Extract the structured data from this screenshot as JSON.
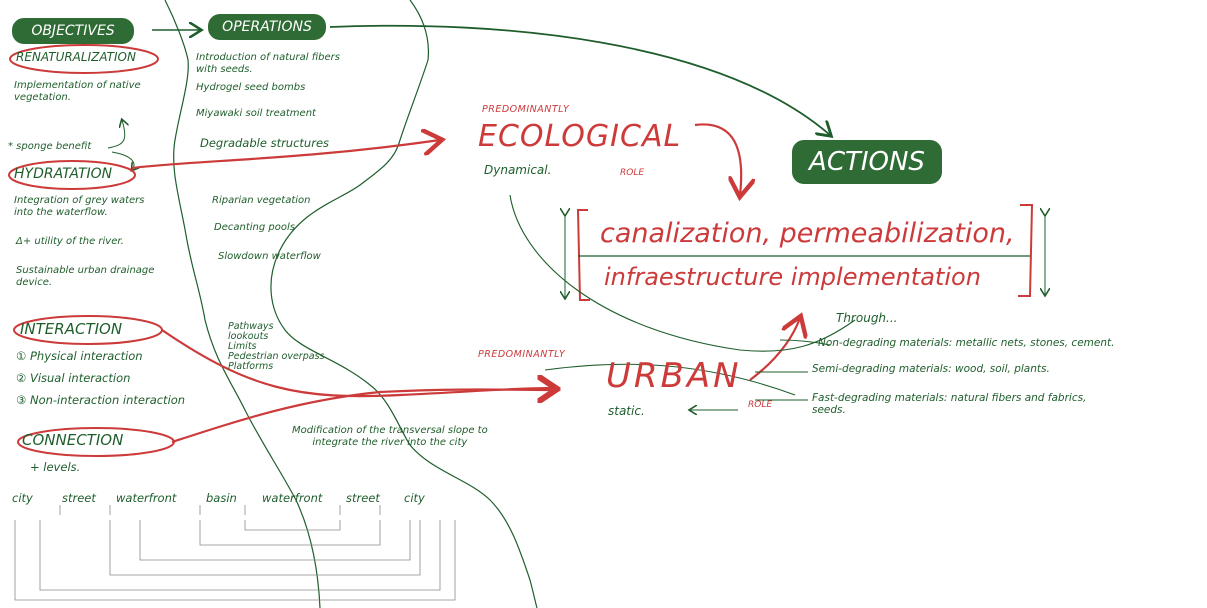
{
  "headers": {
    "objectives": "OBJECTIVES",
    "operations": "OPERATIONS",
    "actions": "ACTIONS"
  },
  "objectives": {
    "renaturalization": {
      "title": "RENATURALIZATION",
      "desc": "Implementation of native\nvegetation."
    },
    "sponge": "* sponge benefit",
    "hydratation": {
      "title": "HYDRATATION",
      "desc": "Integration of grey waters\ninto the waterflow.",
      "items": [
        "Δ+ utility of the river.",
        "Sustainable urban drainage\ndevice."
      ]
    },
    "interaction": {
      "title": "INTERACTION",
      "items": [
        "① Physical interaction",
        "② Visual interaction",
        "③ Non-interaction interaction"
      ]
    },
    "connection": {
      "title": "CONNECTION",
      "sub": "+ levels."
    }
  },
  "operations": {
    "renaturalization": [
      "Introduction of natural fibers\nwith seeds.",
      "Hydrogel seed bombs",
      "Miyawaki soil treatment",
      "Degradable structures"
    ],
    "hydratation": [
      "Riparian vegetation",
      "Decanting pools",
      "Slowdown waterflow"
    ],
    "interaction": "Pathways\n   lookouts\n      Limits\n        Pedestrian overpass\n  Platforms",
    "connection": "Modification of the transversal slope to\nintegrate the river into the city"
  },
  "sequence": [
    "city",
    "street",
    "waterfront",
    "basin",
    "waterfront",
    "street",
    "city"
  ],
  "ecological": {
    "predominantly": "PREDOMINANTLY",
    "title": "ECOLOGICAL",
    "sub": "Dynamical.",
    "role": "ROLE"
  },
  "urban": {
    "predominantly": "PREDOMINANTLY",
    "title": "URBAN",
    "sub": "static.",
    "role": "ROLE"
  },
  "actions_box": {
    "line1": "canalization, permeabilization,",
    "line2": "infraestructure implementation"
  },
  "through": {
    "label": "Through...",
    "items": [
      "Non-degrading materials: metallic nets, stones, cement.",
      "Semi-degrading materials: wood, soil, plants.",
      "Fast-degrading materials: natural fibers and fabrics,\n                                              seeds."
    ]
  },
  "colors": {
    "green": "#1f5e2c",
    "red": "#cc3a3a",
    "pill": "#2f6b35"
  }
}
